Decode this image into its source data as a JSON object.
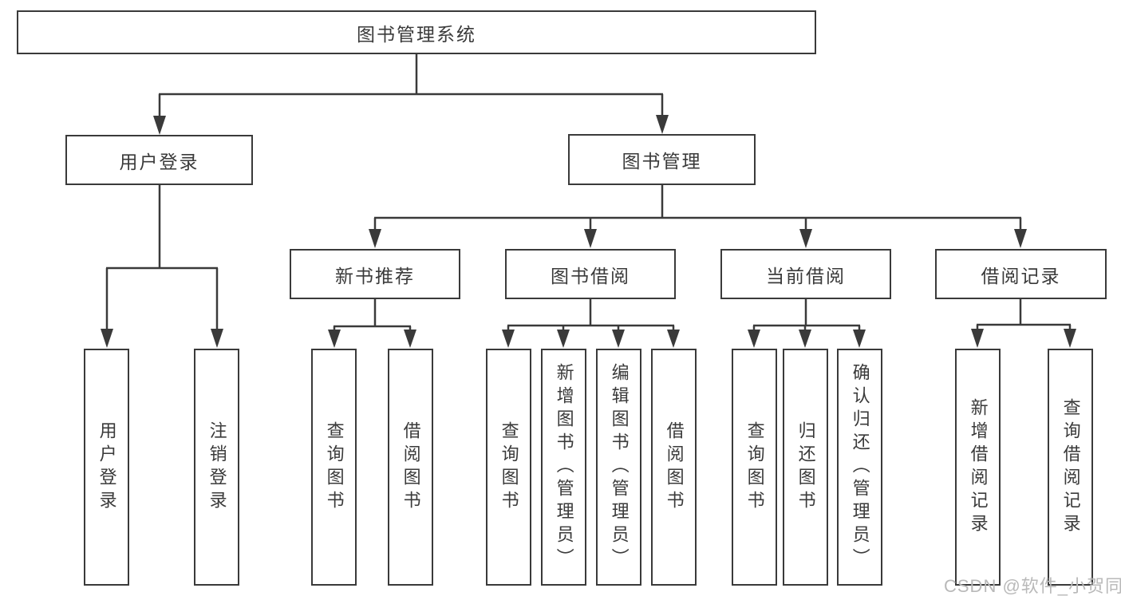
{
  "watermark": "CSDN @软件_小贺同学",
  "colors": {
    "background": "#ffffff",
    "line": "#3a3a3a",
    "text": "#3a3a3a",
    "watermark": "#b9b9b9"
  },
  "tree": {
    "label": "图书管理系统",
    "children": [
      {
        "label": "用户登录",
        "children": [
          {
            "label": "用户登录"
          },
          {
            "label": "注销登录"
          }
        ]
      },
      {
        "label": "图书管理",
        "children": [
          {
            "label": "新书推荐",
            "children": [
              {
                "label": "查询图书"
              },
              {
                "label": "借阅图书"
              }
            ]
          },
          {
            "label": "图书借阅",
            "children": [
              {
                "label": "查询图书"
              },
              {
                "label": "新增图书（管理员）"
              },
              {
                "label": "编辑图书（管理员）"
              },
              {
                "label": "借阅图书"
              }
            ]
          },
          {
            "label": "当前借阅",
            "children": [
              {
                "label": "查询图书"
              },
              {
                "label": "归还图书"
              },
              {
                "label": "确认归还（管理员）"
              }
            ]
          },
          {
            "label": "借阅记录",
            "children": [
              {
                "label": "新增借阅记录"
              },
              {
                "label": "查询借阅记录"
              }
            ]
          }
        ]
      }
    ]
  }
}
